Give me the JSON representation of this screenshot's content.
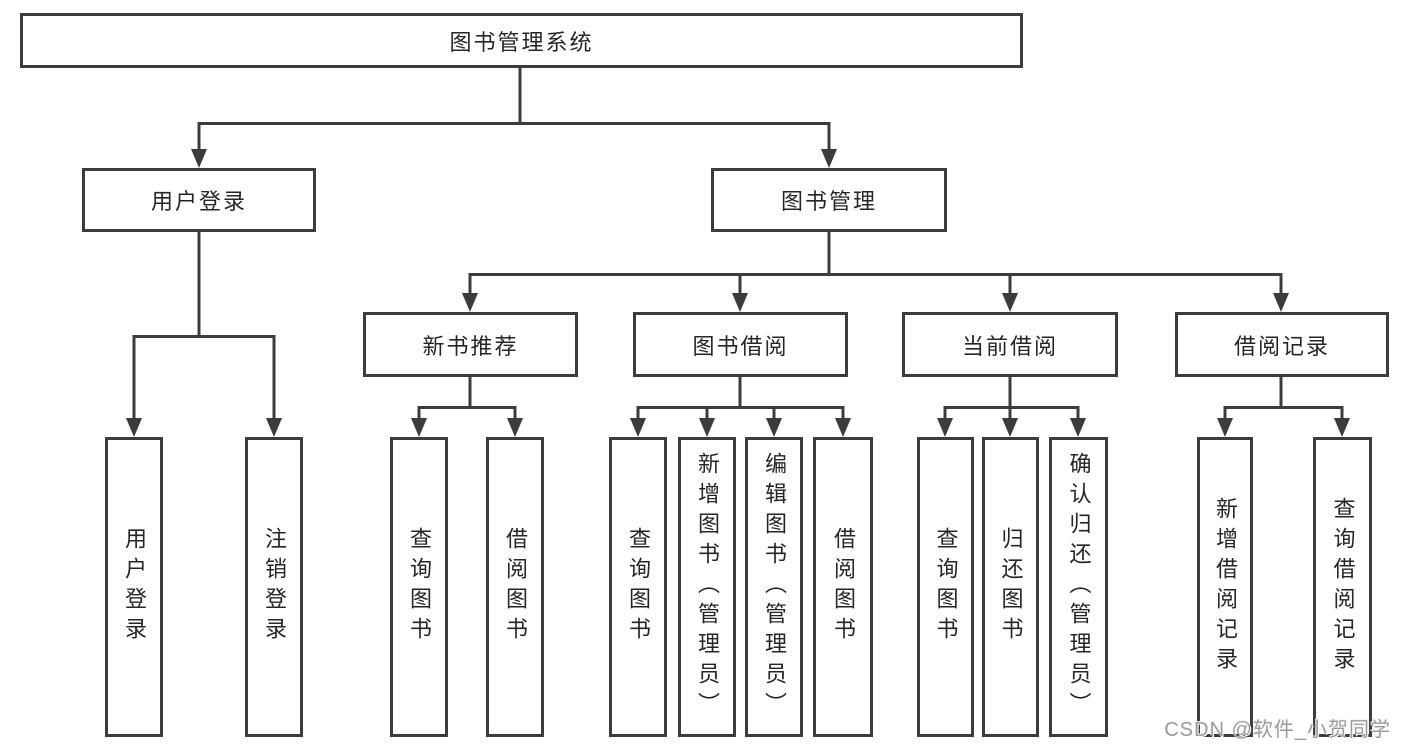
{
  "tree": {
    "root": "图书管理系统",
    "user_login": {
      "label": "用户登录",
      "children": [
        "用户登录",
        "注销登录"
      ]
    },
    "book_mgmt": {
      "label": "图书管理",
      "groups": [
        {
          "label": "新书推荐",
          "children": [
            "查询图书",
            "借阅图书"
          ]
        },
        {
          "label": "图书借阅",
          "children": [
            "查询图书",
            "新增图书（管理员）",
            "编辑图书（管理员）",
            "借阅图书"
          ]
        },
        {
          "label": "当前借阅",
          "children": [
            "查询图书",
            "归还图书",
            "确认归还（管理员）"
          ]
        },
        {
          "label": "借阅记录",
          "children": [
            "新增借阅记录",
            "查询借阅记录"
          ]
        }
      ]
    }
  },
  "watermark": "CSDN @软件_小贺同学",
  "colors": {
    "line": "#3c3c3c",
    "box_border": "#3c3c3c",
    "box_background": "#ffffff",
    "text": "#262626",
    "watermark": "#9c9c9c",
    "background": "#ffffff"
  }
}
